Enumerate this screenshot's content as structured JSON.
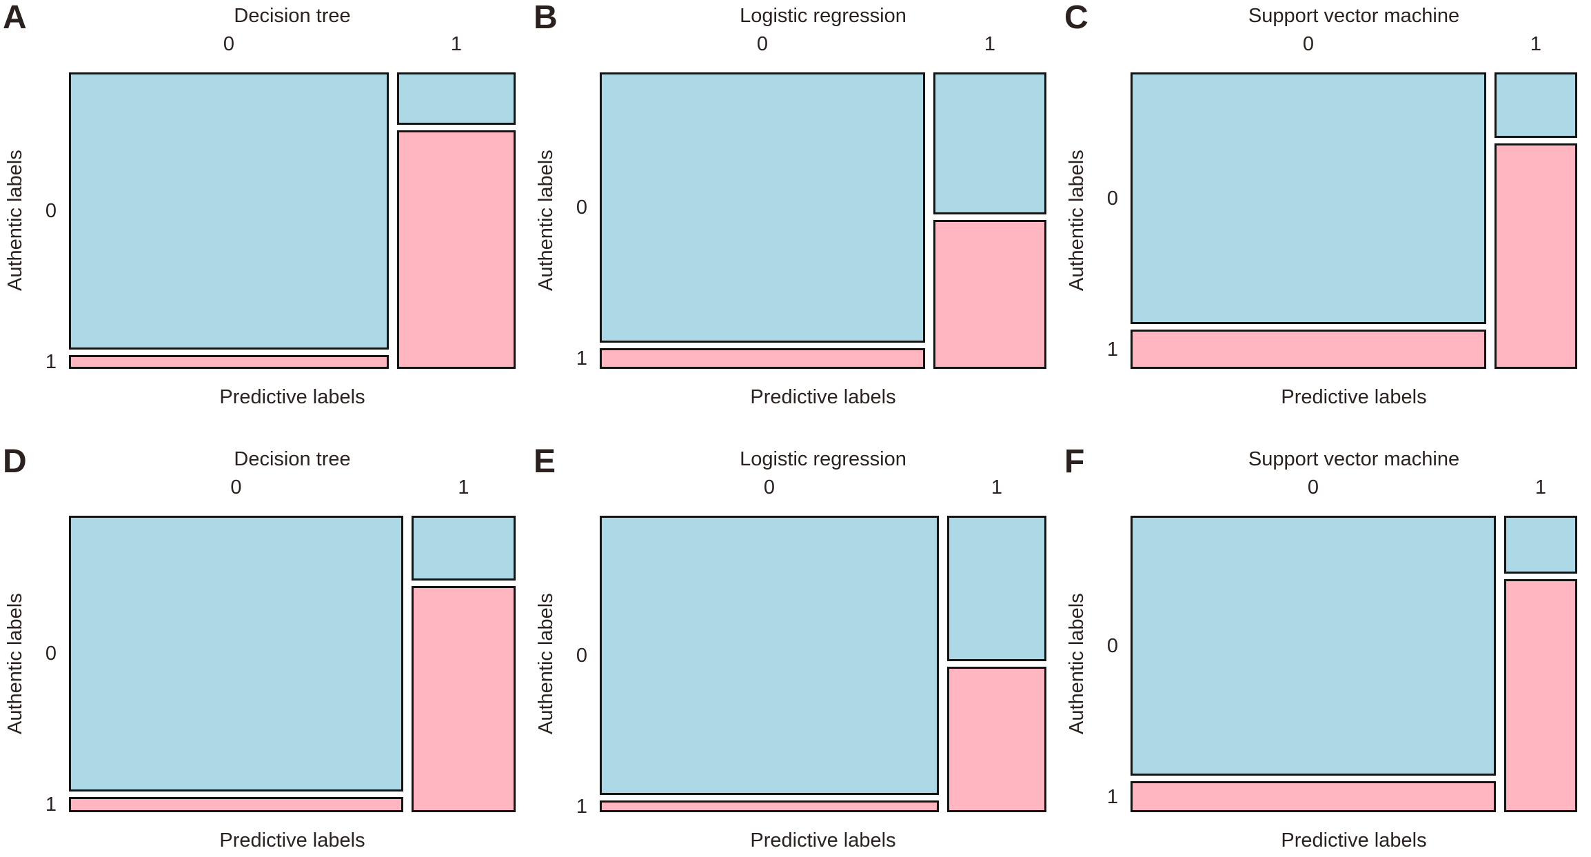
{
  "figure": {
    "background_color": "#ffffff",
    "text_color": "#2b2220",
    "cell_border_color": "#141414",
    "authentic_0_color": "#add8e6",
    "authentic_1_color": "#ffb6c1",
    "x_axis_title": "Predictive labels",
    "y_axis_title": "Authentic labels",
    "column_labels": [
      "0",
      "1"
    ],
    "row_labels": [
      "0",
      "1"
    ]
  },
  "panels": [
    {
      "letter": "A",
      "title": "Decision tree",
      "row": "top",
      "col0_label": "0",
      "col1_label": "1",
      "row0_label": "0",
      "row1_label": "1",
      "xlabel": "Predictive labels",
      "ylabel": "Authentic labels",
      "pred0_width_frac": 0.73,
      "pred0_authentic0_frac": 0.952,
      "pred0_authentic1_frac": 0.048,
      "pred1_authentic0_frac": 0.179,
      "pred1_authentic1_frac": 0.821
    },
    {
      "letter": "B",
      "title": "Logistic regression",
      "row": "top",
      "col0_label": "0",
      "col1_label": "1",
      "row0_label": "0",
      "row1_label": "1",
      "xlabel": "Predictive labels",
      "ylabel": "Authentic labels",
      "pred0_width_frac": 0.742,
      "pred0_authentic0_frac": 0.929,
      "pred0_authentic1_frac": 0.071,
      "pred1_authentic0_frac": 0.488,
      "pred1_authentic1_frac": 0.512
    },
    {
      "letter": "C",
      "title": "Support vector machine",
      "row": "top",
      "col0_label": "0",
      "col1_label": "1",
      "row0_label": "0",
      "row1_label": "1",
      "xlabel": "Predictive labels",
      "ylabel": "Authentic labels",
      "pred0_width_frac": 0.812,
      "pred0_authentic0_frac": 0.864,
      "pred0_authentic1_frac": 0.136,
      "pred1_authentic0_frac": 0.226,
      "pred1_authentic1_frac": 0.774
    },
    {
      "letter": "D",
      "title": "Decision tree",
      "row": "bottom",
      "col0_label": "0",
      "col1_label": "1",
      "row0_label": "0",
      "row1_label": "1",
      "xlabel": "Predictive labels",
      "ylabel": "Authentic labels",
      "pred0_width_frac": 0.762,
      "pred0_authentic0_frac": 0.948,
      "pred0_authentic1_frac": 0.052,
      "pred1_authentic0_frac": 0.223,
      "pred1_authentic1_frac": 0.777
    },
    {
      "letter": "E",
      "title": "Logistic regression",
      "row": "bottom",
      "col0_label": "0",
      "col1_label": "1",
      "row0_label": "0",
      "row1_label": "1",
      "xlabel": "Predictive labels",
      "ylabel": "Authentic labels",
      "pred0_width_frac": 0.773,
      "pred0_authentic0_frac": 0.96,
      "pred0_authentic1_frac": 0.04,
      "pred1_authentic0_frac": 0.5,
      "pred1_authentic1_frac": 0.5
    },
    {
      "letter": "F",
      "title": "Support vector machine",
      "row": "bottom",
      "col0_label": "0",
      "col1_label": "1",
      "row0_label": "0",
      "row1_label": "1",
      "xlabel": "Predictive labels",
      "ylabel": "Authentic labels",
      "pred0_width_frac": 0.834,
      "pred0_authentic0_frac": 0.893,
      "pred0_authentic1_frac": 0.107,
      "pred1_authentic0_frac": 0.2,
      "pred1_authentic1_frac": 0.8
    }
  ],
  "chart_data": [
    {
      "type": "mosaic",
      "panel": "A",
      "title": "Decision tree",
      "xlabel": "Predictive labels",
      "ylabel": "Authentic labels",
      "x_categories": [
        "0",
        "1"
      ],
      "y_categories": [
        "0",
        "1"
      ],
      "predicted_share": [
        0.73,
        0.27
      ],
      "authentic_split_given_predicted_0": [
        0.952,
        0.048
      ],
      "authentic_split_given_predicted_1": [
        0.179,
        0.821
      ]
    },
    {
      "type": "mosaic",
      "panel": "B",
      "title": "Logistic regression",
      "xlabel": "Predictive labels",
      "ylabel": "Authentic labels",
      "x_categories": [
        "0",
        "1"
      ],
      "y_categories": [
        "0",
        "1"
      ],
      "predicted_share": [
        0.742,
        0.258
      ],
      "authentic_split_given_predicted_0": [
        0.929,
        0.071
      ],
      "authentic_split_given_predicted_1": [
        0.488,
        0.512
      ]
    },
    {
      "type": "mosaic",
      "panel": "C",
      "title": "Support vector machine",
      "xlabel": "Predictive labels",
      "ylabel": "Authentic labels",
      "x_categories": [
        "0",
        "1"
      ],
      "y_categories": [
        "0",
        "1"
      ],
      "predicted_share": [
        0.812,
        0.188
      ],
      "authentic_split_given_predicted_0": [
        0.864,
        0.136
      ],
      "authentic_split_given_predicted_1": [
        0.226,
        0.774
      ]
    },
    {
      "type": "mosaic",
      "panel": "D",
      "title": "Decision tree",
      "xlabel": "Predictive labels",
      "ylabel": "Authentic labels",
      "x_categories": [
        "0",
        "1"
      ],
      "y_categories": [
        "0",
        "1"
      ],
      "predicted_share": [
        0.762,
        0.238
      ],
      "authentic_split_given_predicted_0": [
        0.948,
        0.052
      ],
      "authentic_split_given_predicted_1": [
        0.223,
        0.777
      ]
    },
    {
      "type": "mosaic",
      "panel": "E",
      "title": "Logistic regression",
      "xlabel": "Predictive labels",
      "ylabel": "Authentic labels",
      "x_categories": [
        "0",
        "1"
      ],
      "y_categories": [
        "0",
        "1"
      ],
      "predicted_share": [
        0.773,
        0.227
      ],
      "authentic_split_given_predicted_0": [
        0.96,
        0.04
      ],
      "authentic_split_given_predicted_1": [
        0.5,
        0.5
      ]
    },
    {
      "type": "mosaic",
      "panel": "F",
      "title": "Support vector machine",
      "xlabel": "Predictive labels",
      "ylabel": "Authentic labels",
      "x_categories": [
        "0",
        "1"
      ],
      "y_categories": [
        "0",
        "1"
      ],
      "predicted_share": [
        0.834,
        0.166
      ],
      "authentic_split_given_predicted_0": [
        0.893,
        0.107
      ],
      "authentic_split_given_predicted_1": [
        0.2,
        0.8
      ]
    }
  ]
}
